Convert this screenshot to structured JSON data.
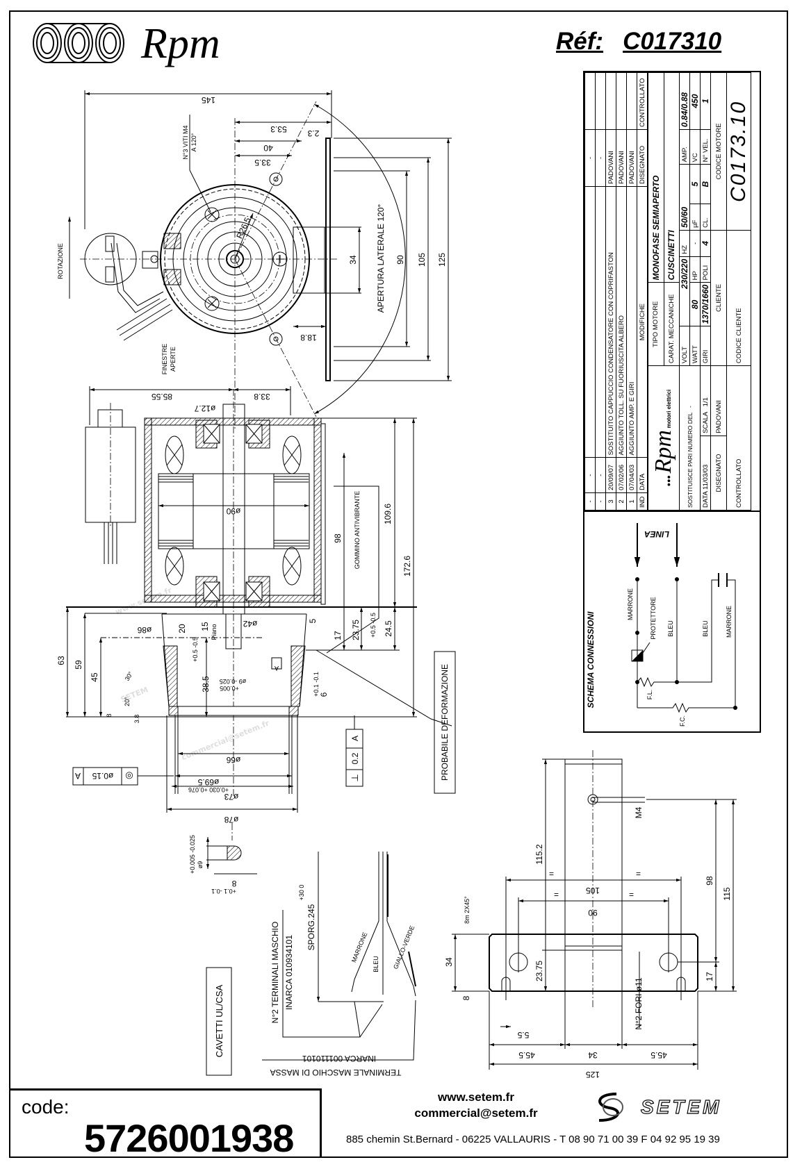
{
  "header": {
    "brand": "Rpm",
    "ref_label": "Réf:",
    "ref_value": "C017310"
  },
  "title_block": {
    "revisions": [
      {
        "ind": "-",
        "data": "-",
        "modifiche": "",
        "disegnato": "-",
        "controllato": ""
      },
      {
        "ind": "-",
        "data": "-",
        "modifiche": "",
        "disegnato": "-",
        "controllato": ""
      },
      {
        "ind": "3",
        "data": "20/09/07",
        "modifiche": "SOSTITUITO CAPPUCCIO CONDENSATORE CON COPRIFASTON",
        "disegnato": "PADOVANI",
        "controllato": ""
      },
      {
        "ind": "2",
        "data": "07/02/06",
        "modifiche": "AGGIUNTO TOLL. SU FUORIUSCITA ALBERO",
        "disegnato": "PADOVANI",
        "controllato": ""
      },
      {
        "ind": "1",
        "data": "07/04/03",
        "modifiche": "AGGIUNTO AMP. E GIRI",
        "disegnato": "PADOVANI",
        "controllato": ""
      }
    ],
    "headers": {
      "ind": "IND",
      "data": "DATA",
      "modifiche": "MODIFICHE",
      "disegnato": "DISEGNATO",
      "controllato": "CONTROLLATO"
    },
    "logo_text": "Rpm",
    "logo_sub": "motori elettrici",
    "sostituisce_label": "SOSTITUISCE PARI NUMERO DEL",
    "sostituisce_value": "-",
    "data_label": "DATA",
    "data_value": "11/03/03",
    "scala_label": "SCALA",
    "scala_value": "1/1",
    "disegnato_label": "DISEGNATO",
    "disegnato_value": "PADOVANI",
    "controllato_label": "CONTROLLATO",
    "tipo_motore_label": "TIPO MOTORE",
    "tipo_motore_value": "MONOFASE SEMIAPERTO",
    "carat_label": "CARAT. MECCANICHE",
    "carat_value": "CUSCINETTI",
    "volt_label": "VOLT",
    "volt_value": "230/220",
    "hz_label": "HZ",
    "hz_value": "50/60",
    "amp_label": "AMP.",
    "amp_value": "0.84/0.88",
    "watt_label": "WATT",
    "watt_value": "80",
    "hp_label": "HP",
    "hp_value": "-",
    "uf_label": "µF",
    "uf_value": "5",
    "vc_label": "VC",
    "vc_value": "450",
    "giri_label": "GIRI",
    "giri_value": "1370/1660",
    "poli_label": "POLI",
    "poli_value": "4",
    "cl_label": "CL.",
    "cl_value": "B",
    "nvel_label": "N° VEL.",
    "nvel_value": "1",
    "cliente_label": "CLIENTE",
    "codice_motore_label": "CODICE MOTORE",
    "codice_motore_value": "C0173.10",
    "codice_cliente_label": "CODICE CLIENTE"
  },
  "schema": {
    "title": "SCHEMA CONNESSIONI",
    "linea": "LINEA",
    "marrone": "MARRONE",
    "protettore": "PROTETTORE",
    "bleu": "BLEU",
    "bleu2": "BLEU",
    "marrone2": "MARRONE",
    "fl": "F.L.",
    "fc": "F.C."
  },
  "front_view": {
    "d145": "145",
    "d53_3": "53.3",
    "d40": "40",
    "d33_5": "33.5",
    "d2_3": "2.3",
    "d34": "34",
    "d90": "90",
    "d105": "105",
    "d125": "125",
    "d18_8": "18.8",
    "r26_5": "R26.5",
    "viti_1": "N°3 VITI M4",
    "viti_2": "A 120°",
    "apertura": "APERTURA LATERALE 120°",
    "rotazione": "ROTAZIONE",
    "finestre_1": "FINESTRE",
    "finestre_2": "APERTE"
  },
  "side_view": {
    "d85_55": "85.55",
    "d33_8": "33.8",
    "d12_7": "ø12.7",
    "d90": "ø90",
    "d109_6": "109.6",
    "d172_6": "172.6",
    "d98": "98",
    "d24_5": "24.5",
    "d23_75": "23.75",
    "d17": "17",
    "tol_05": "+0.5 -0.5",
    "gommino": "GOMMINO ANTIVIBRANTE",
    "d63": "63",
    "d59": "59",
    "d45": "45",
    "d8": "8",
    "d3_8": "3.8",
    "a20": "20°",
    "a30": "30°",
    "d86": "ø86",
    "d20": "20",
    "d15": "15",
    "piano": "Piano",
    "d42": "ø42",
    "d5": "5",
    "d38_5": "38.5",
    "tol_38": "+0.5 -0.5",
    "d9": "ø9 -0.025",
    "d9_tol": "+0.005",
    "d6": "6",
    "d6_tol": "+0.1 -0.1",
    "datum_a": "A",
    "deform": "PROBABILE DEFORMAZIONE",
    "perp_sym": "⊥",
    "perp_val": "0.2",
    "perp_ref": "A",
    "conc_sym": "◎",
    "conc_val": "ø0.15",
    "conc_ref": "A",
    "d66": "ø66",
    "d69_5": "ø69.5",
    "d69_5_tol": "+0.030 +0.076",
    "d73": "ø73",
    "d78": "ø78"
  },
  "key_detail": {
    "d9": "ø9",
    "d9_tol": "+0.005 -0.025",
    "d8": "8",
    "d8_tol": "+0.1 -0.1"
  },
  "cables": {
    "sporg": "SPORG.245",
    "sporg_tol": "+30 0",
    "marrone": "MARRONE",
    "bleu": "BLEU",
    "giallo_verde": "GIALLO-VERDE",
    "terminali_1": "N°2 TERMINALI MASCHIO",
    "terminali_2": "INARCA 010934101",
    "massa_1": "TERMINALE MASCHIO DI MASSA",
    "massa_2": "INARCA 001110101",
    "cavetti": "CAVETTI UL/CSA"
  },
  "bracket_view": {
    "d115_2": "115.2",
    "d105": "105",
    "d90": "90",
    "d98": "98",
    "d115": "115",
    "d17": "17",
    "m4": "M4",
    "d34_left": "34",
    "d8": "8",
    "chamfer": "8m 2X45°",
    "d23_75": "23.75",
    "d5_5": "5.5",
    "fori": "N°2 FORI ø11",
    "d45_5_left": "45.5",
    "d34": "34",
    "d45_5_right": "45.5",
    "d125": "125",
    "eq": "="
  },
  "watermark": {
    "line1": "www.setem.fr",
    "line2": "SETEM",
    "line3": "commercial@setem.fr"
  },
  "footer": {
    "code_label": "code:",
    "code_value": "5726001938",
    "website": "www.setem.fr",
    "email": "commercial@setem.fr",
    "address": "885 chemin St.Bernard  -  06225 VALLAURIS  -  T 08 90 71 00 39   F 04 92 95 19 39",
    "setem_logo": "SETEM"
  }
}
